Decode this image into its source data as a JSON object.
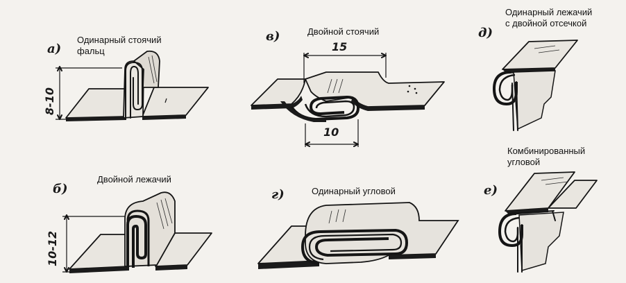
{
  "labels": {
    "a_title": "Одинарный стоячий\nфальц",
    "v_title": "Двойной стоячий",
    "d_title": "Одинарный лежачий\nс двойной отсечкой",
    "b_title": "Двойной лежачий",
    "g_title": "Одинарный угловой",
    "e_title": "Комбинированный\nугловой"
  },
  "letters": {
    "a": "а)",
    "v": "в)",
    "d": "д)",
    "b": "б)",
    "g": "г)",
    "e": "е)"
  },
  "dimensions": {
    "a_height": "8-10",
    "v_top": "15",
    "v_bottom": "10",
    "b_height": "10-12"
  }
}
